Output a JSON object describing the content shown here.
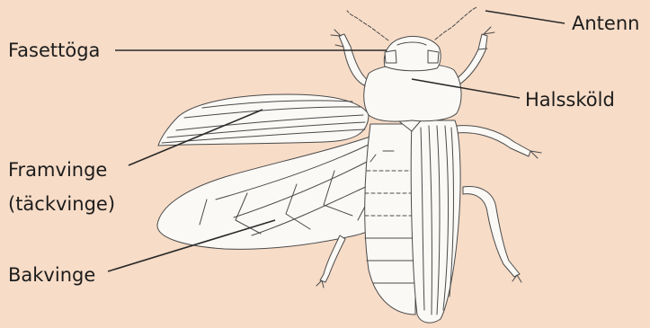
{
  "figure": {
    "background": "#f7dcc7",
    "subject": "beetle",
    "labels": {
      "antenn": "Antenn",
      "fasettoga": "Fasettöga",
      "halskold": "Halssköld",
      "framvinge_line1": "Framvinge",
      "framvinge_line2": "(täckvinge)",
      "bakvinge": "Bakvinge"
    }
  }
}
